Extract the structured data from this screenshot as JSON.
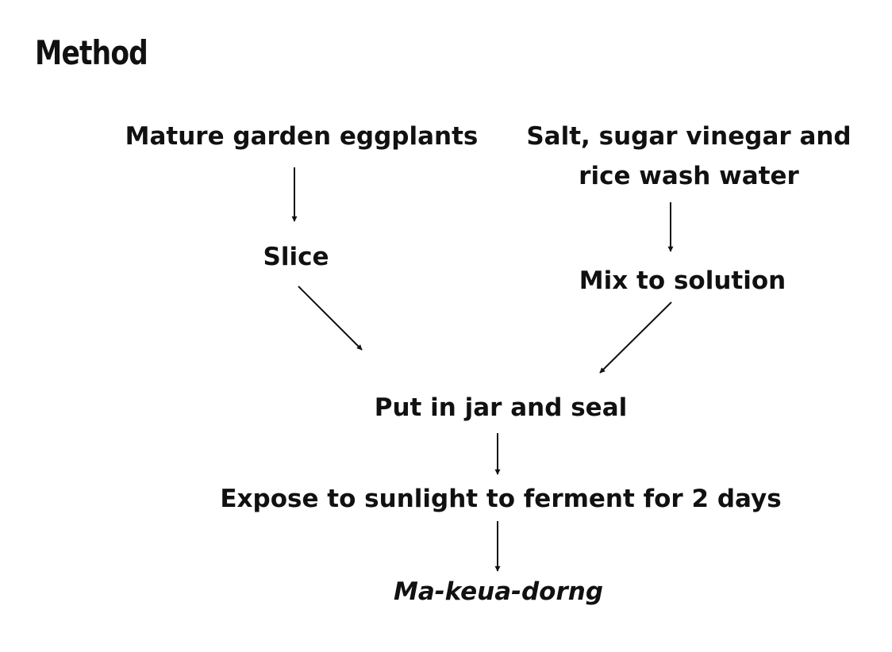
{
  "title": "Method",
  "nodes": {
    "eggplants": "Mature garden eggplants",
    "solution_ingredients_line1": "Salt, sugar vinegar and",
    "solution_ingredients_line2": "rice wash water",
    "slice": "Slice",
    "mix": "Mix to solution",
    "jar": "Put in jar and seal",
    "expose": "Expose to sunlight to ferment for 2 days",
    "product": "Ma-keua-dorng"
  }
}
